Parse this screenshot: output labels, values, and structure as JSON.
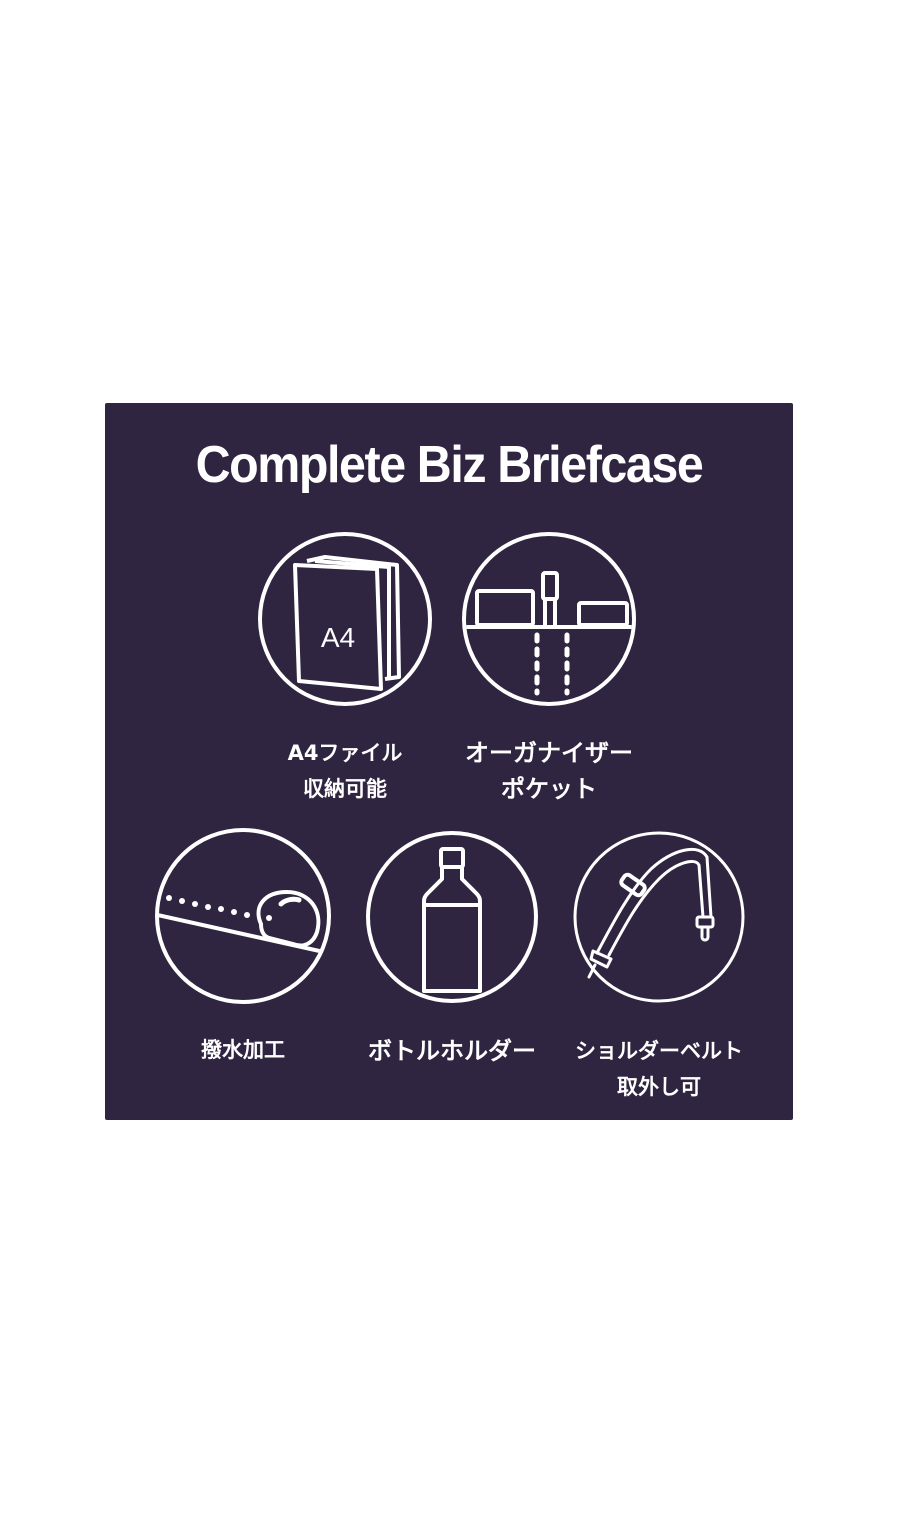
{
  "title": "Complete Biz Briefcase",
  "colors": {
    "panel_background": "#2f2540",
    "foreground": "#ffffff",
    "page_background": "#ffffff"
  },
  "features": [
    {
      "icon": "a4-file-icon",
      "icon_text": "A4",
      "label_line1": "A4ファイル",
      "label_line2": "収納可能"
    },
    {
      "icon": "organizer-pocket-icon",
      "label_line1": "オーガナイザー",
      "label_line2": "ポケット"
    },
    {
      "icon": "water-repellent-icon",
      "label_line1": "撥水加工",
      "label_line2": ""
    },
    {
      "icon": "bottle-holder-icon",
      "label_line1": "ボトルホルダー",
      "label_line2": ""
    },
    {
      "icon": "shoulder-belt-icon",
      "label_line1": "ショルダーベルト",
      "label_line2": "取外し可"
    }
  ]
}
